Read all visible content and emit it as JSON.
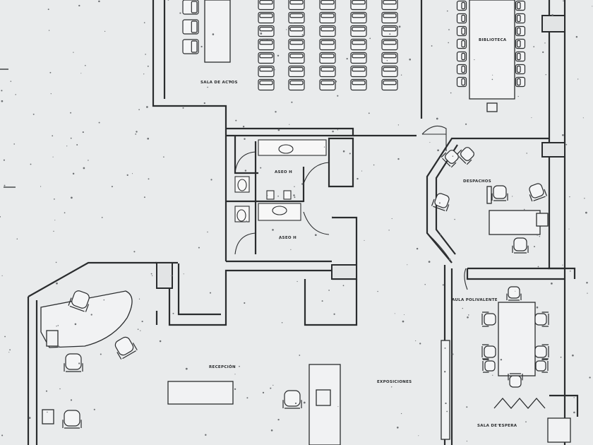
{
  "rooms": {
    "sala_de_actos": "SALA DE ACTOS",
    "biblioteca": "BIBLIOTECA",
    "aseo_h_upper": "ASEO H",
    "aseo_h_lower": "ASEO H",
    "despachos": "DESPACHOS",
    "aula_polivalente": "AULA POLIVALENTE",
    "recepcion": "RECEPCIÓN",
    "exposiciones": "EXPOSICIONES",
    "sala_de_espera": "SALA DE ESPERA"
  },
  "colors": {
    "paper": "#e9ebec",
    "ink": "#2a2c2e"
  }
}
